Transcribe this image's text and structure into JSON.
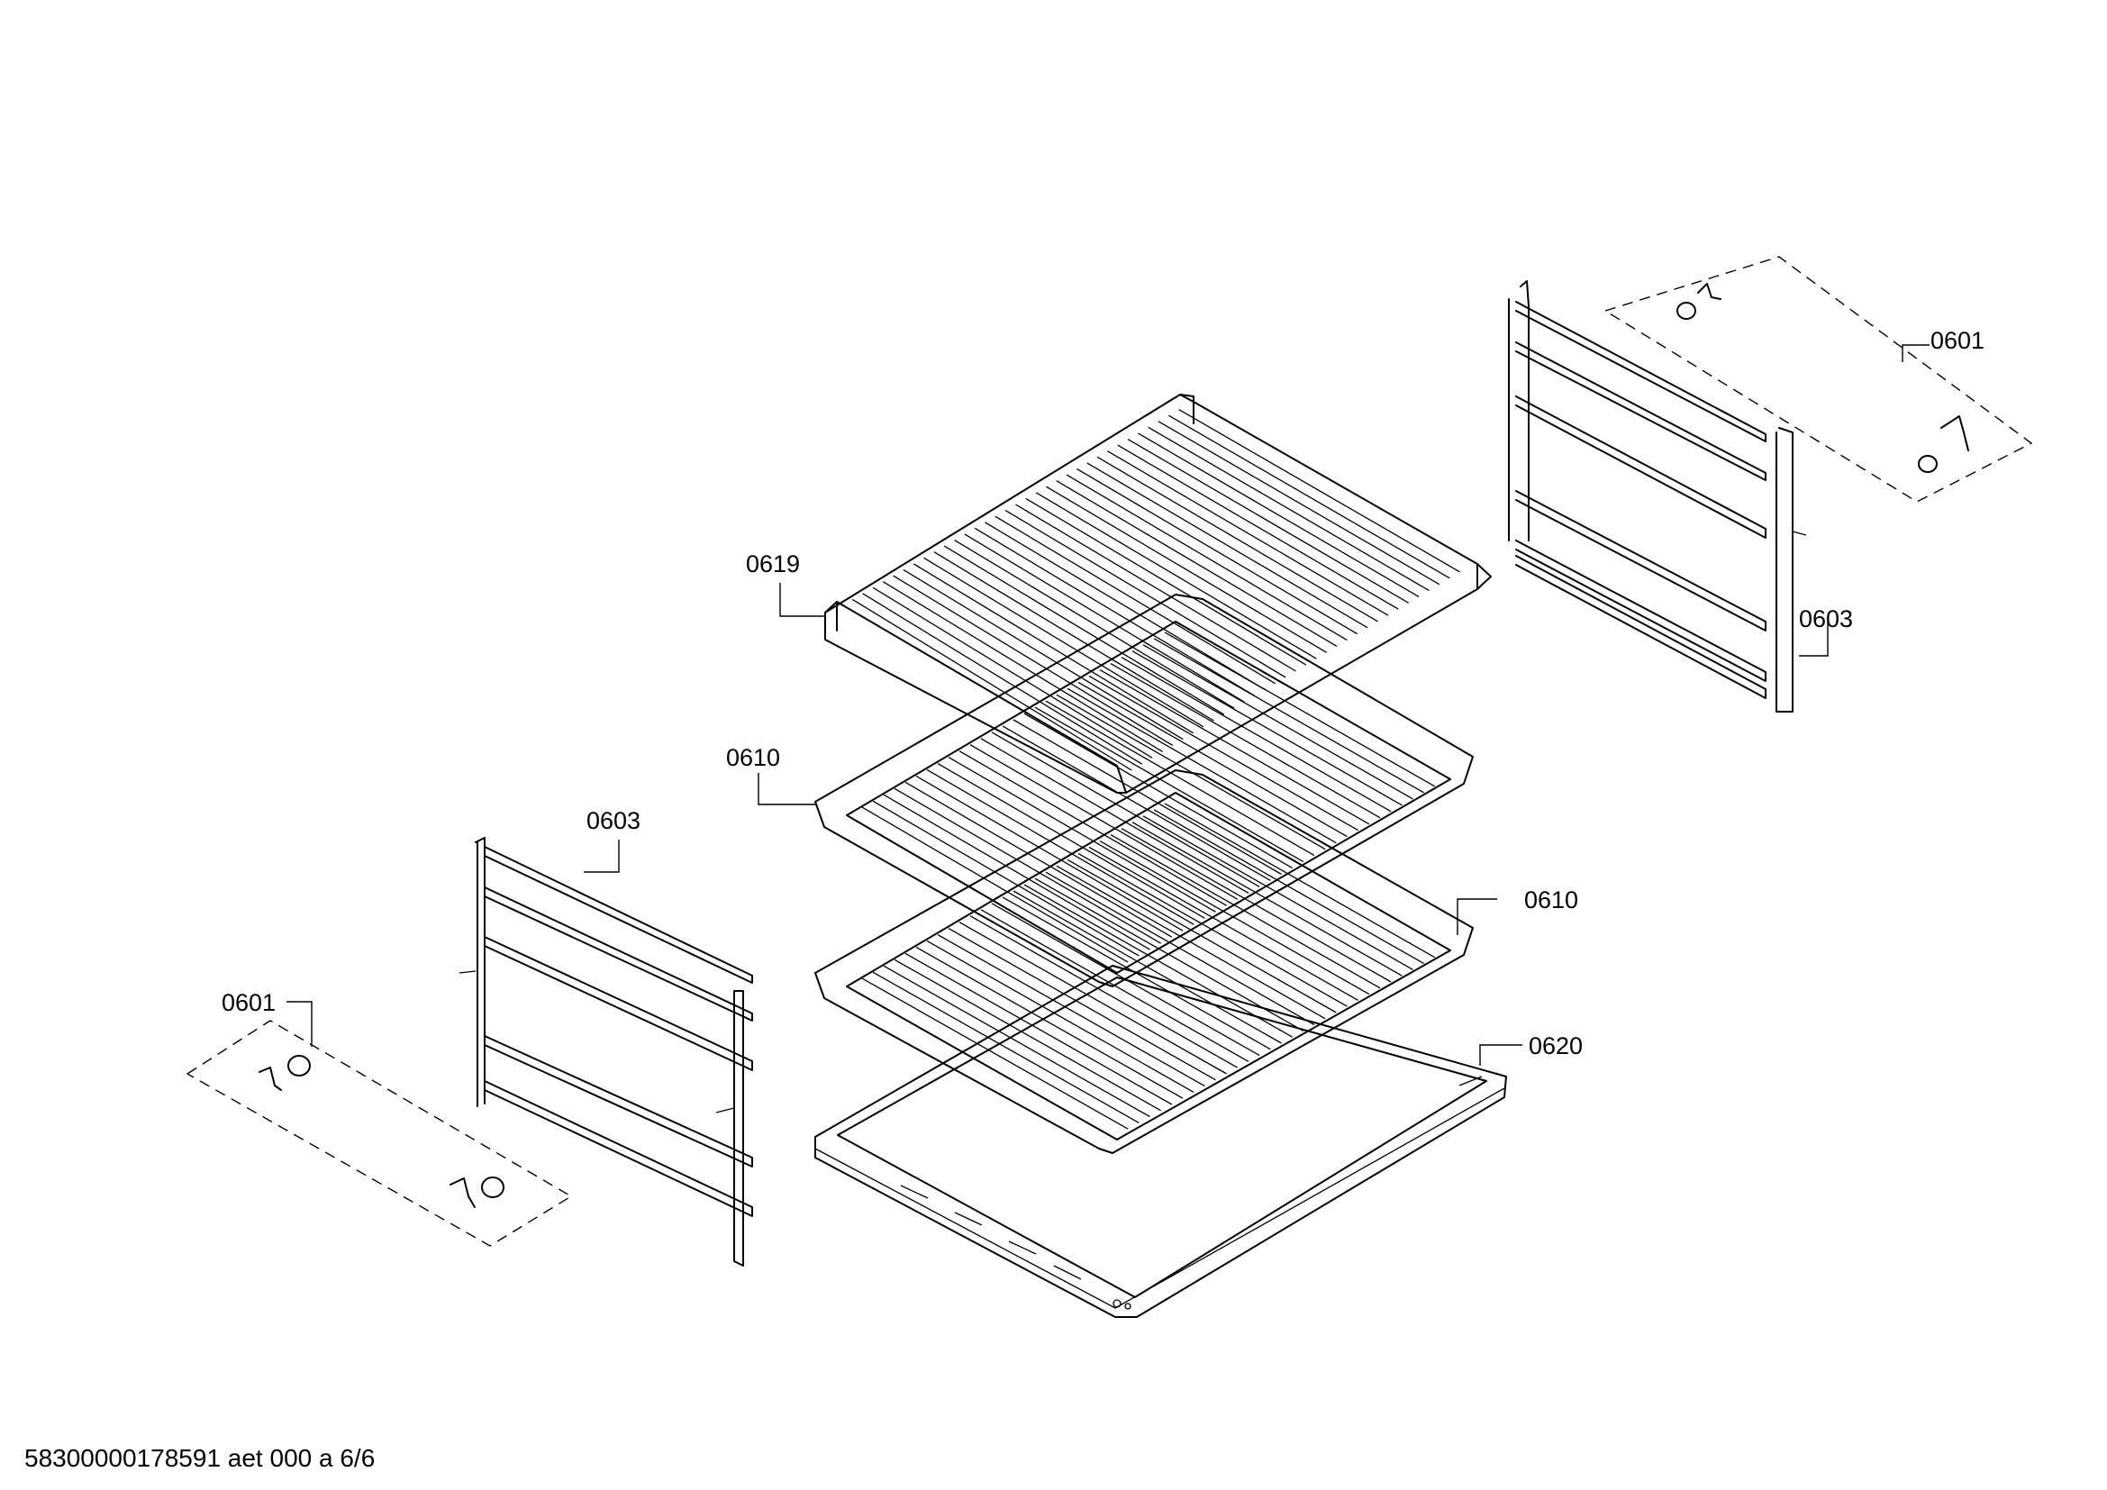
{
  "callouts": {
    "p0601_right": "0601",
    "p0603_right": "0603",
    "p0619": "0619",
    "p0610_top": "0610",
    "p0603_left": "0603",
    "p0610_bottom": "0610",
    "p0601_left": "0601",
    "p0620": "0620"
  },
  "footer": {
    "doc_id": "58300000178591 aet 000 a 6/6"
  }
}
